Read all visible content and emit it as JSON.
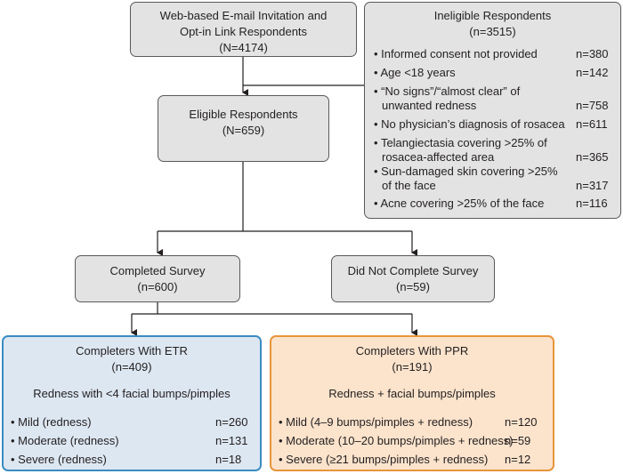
{
  "invitation": {
    "line1": "Web-based E-mail Invitation and",
    "line2": "Opt-in Link Respondents",
    "count": "(N=4174)"
  },
  "ineligible": {
    "title": "Ineligible Respondents",
    "count": "(n=3515)",
    "items": [
      {
        "lines": [
          "Informed consent not provided"
        ],
        "n": "n=380"
      },
      {
        "lines": [
          "Age <18 years"
        ],
        "n": "n=142"
      },
      {
        "lines": [
          "“No signs”/“almost clear” of",
          "unwanted redness"
        ],
        "n": "n=758"
      },
      {
        "lines": [
          "No physician’s diagnosis of rosacea"
        ],
        "n": "n=611"
      },
      {
        "lines": [
          "Telangiectasia covering >25% of",
          "rosacea-affected area"
        ],
        "n": "n=365"
      },
      {
        "lines": [
          "Sun-damaged skin covering >25%",
          "of the face"
        ],
        "n": "n=317"
      },
      {
        "lines": [
          "Acne covering >25% of the face"
        ],
        "n": "n=116"
      }
    ]
  },
  "eligible": {
    "title": "Eligible Respondents",
    "count": "(N=659)"
  },
  "completed": {
    "title": "Completed Survey",
    "count": "(n=600)"
  },
  "not_completed": {
    "title": "Did Not Complete Survey",
    "count": "(n=59)"
  },
  "etr": {
    "title": "Completers With ETR",
    "count": "(n=409)",
    "subtitle": "Redness with <4 facial bumps/pimples",
    "items": [
      {
        "label": "Mild (redness)",
        "n": "n=260"
      },
      {
        "label": "Moderate (redness)",
        "n": "n=131"
      },
      {
        "label": "Severe (redness)",
        "n": "n=18"
      }
    ]
  },
  "ppr": {
    "title": "Completers With PPR",
    "count": "(n=191)",
    "subtitle": "Redness + facial bumps/pimples",
    "items": [
      {
        "label": "Mild (4–9 bumps/pimples + redness)",
        "n": "n=120"
      },
      {
        "label": "Moderate (10–20 bumps/pimples + redness)",
        "n": "n=59"
      },
      {
        "label": "Severe (≥21 bumps/pimples + redness)",
        "n": "n=12"
      }
    ]
  },
  "colors": {
    "box_fill": "#e3e3e3",
    "etr_border": "#3a8cc3",
    "etr_fill": "#dde7f2",
    "ppr_border": "#e7953b",
    "ppr_fill": "#fbe3cc"
  }
}
